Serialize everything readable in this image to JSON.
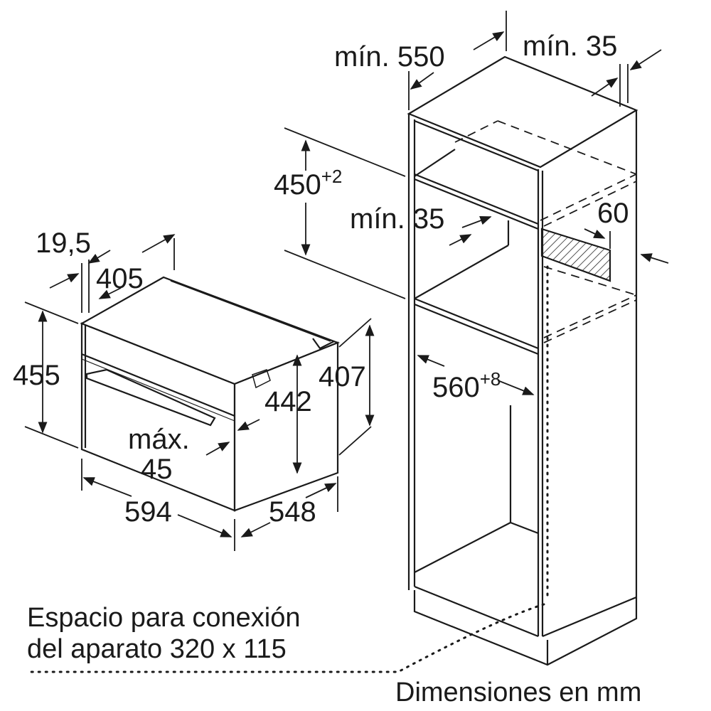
{
  "diagram": {
    "type": "installation-dimension-drawing",
    "units_label": "Dimensiones en mm",
    "connection_note": {
      "line1": "Espacio para conexión",
      "line2": "del aparato 320 x 115"
    },
    "appliance": {
      "dimensions": {
        "front_panel_depth": "19,5",
        "top_depth": "405",
        "total_height": "455",
        "body_height": "442",
        "side_height": "407",
        "width": "594",
        "depth": "548",
        "max_offset_label": "máx.",
        "max_offset_value": "45"
      }
    },
    "cabinet": {
      "dimensions": {
        "min_depth": "mín. 550",
        "min_top_gap": "mín. 35",
        "niche_height_base": "450",
        "niche_height_tol": "+2",
        "min_rear_gap": "mín. 35",
        "vent_depth": "60",
        "niche_width_base": "560",
        "niche_width_tol": "+8"
      }
    }
  }
}
